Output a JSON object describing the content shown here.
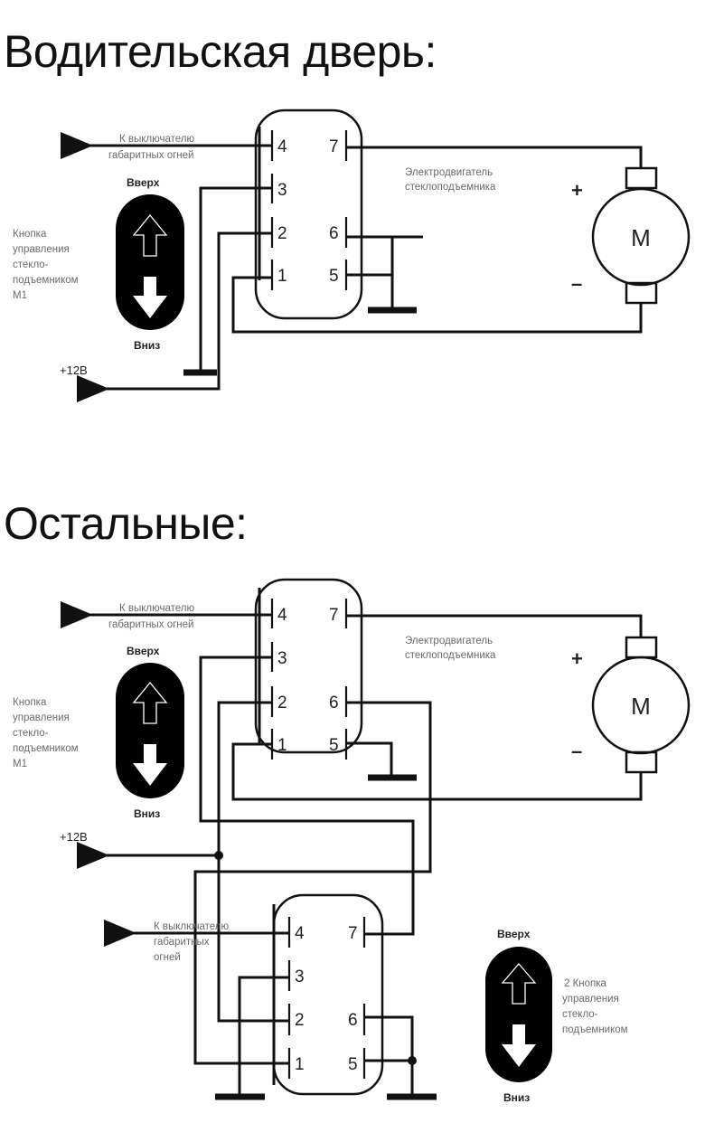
{
  "sections": [
    {
      "title": "Водительская дверь:",
      "switch_label_lines": [
        "К выключателю",
        "габаритных огней"
      ],
      "up_label": "Вверх",
      "down_label": "Вниз",
      "button_label_lines": [
        "Кнопка",
        "управления",
        "стекло-",
        "подъемником",
        "М1"
      ],
      "power_label": "+12В",
      "motor_label_lines": [
        "Электродвигатель",
        "стеклоподъемника"
      ],
      "motor_symbol": "M",
      "plus_sign": "+",
      "minus_sign": "–",
      "pins_left": [
        "4",
        "3",
        "2",
        "1"
      ],
      "pins_right": [
        "7",
        "6",
        "5"
      ]
    },
    {
      "title": "Остальные:",
      "switch_label_lines": [
        "К выключателю",
        "габаритных огней"
      ],
      "up_label": "Вверх",
      "down_label": "Вниз",
      "button_label_lines": [
        "Кнопка",
        "управления",
        "стекло-",
        "подъемником",
        "М1"
      ],
      "power_label": "+12В",
      "motor_label_lines": [
        "Электродвигатель",
        "стеклоподъемника"
      ],
      "motor_symbol": "M",
      "plus_sign": "+",
      "minus_sign": "–",
      "pins_left": [
        "4",
        "3",
        "2",
        "1"
      ],
      "pins_right": [
        "7",
        "6",
        "5"
      ],
      "second_switch": {
        "switch_label_lines": [
          "К выключателю",
          "габаритных",
          "огней"
        ],
        "up_label": "Вверх",
        "down_label": "Вниз",
        "button_label_lines": [
          "2 Кнопка",
          "управления",
          "стекло-",
          "подъемником"
        ],
        "pins_left": [
          "4",
          "3",
          "2",
          "1"
        ],
        "pins_right": [
          "7",
          "6",
          "5"
        ]
      }
    }
  ]
}
